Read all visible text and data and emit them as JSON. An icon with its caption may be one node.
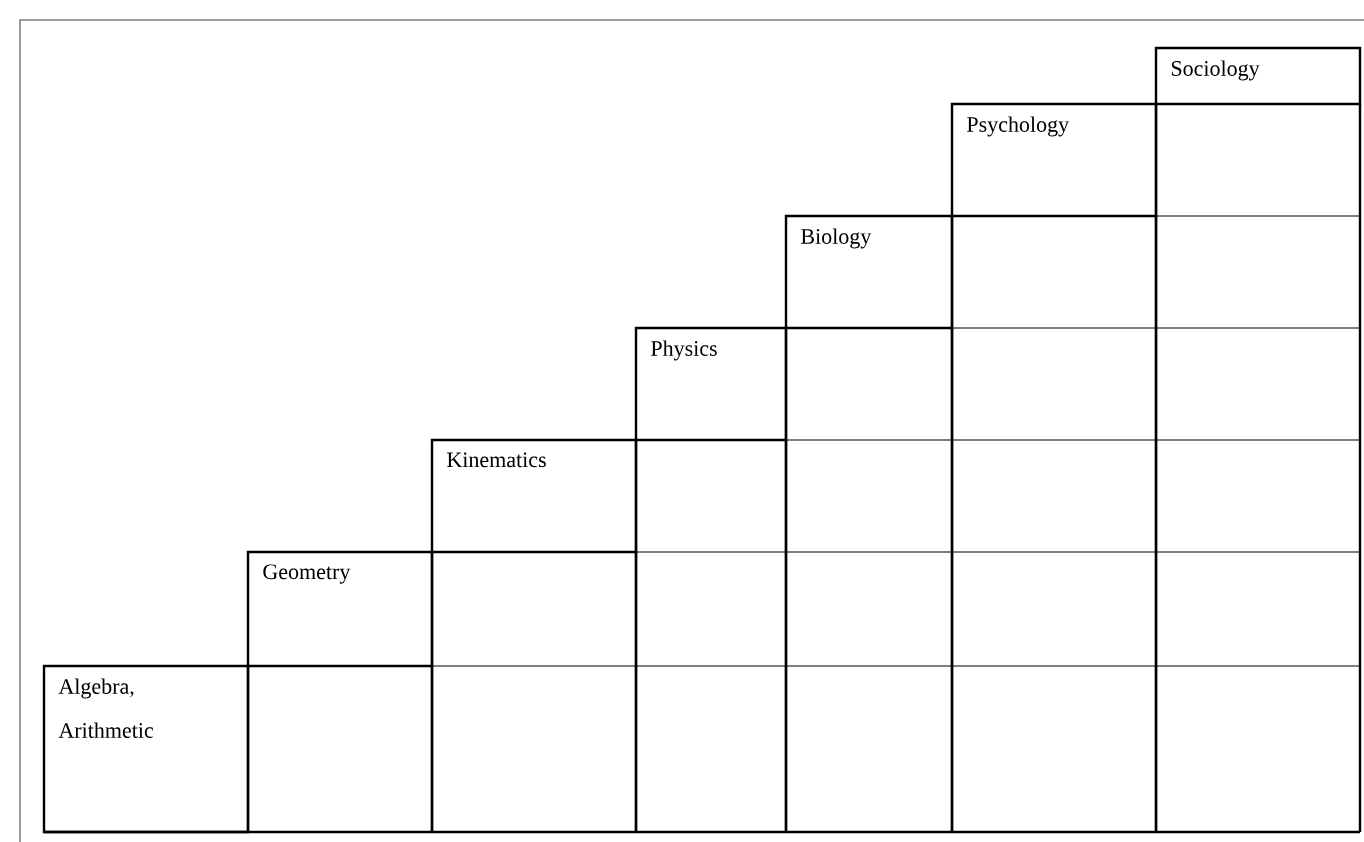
{
  "diagram": {
    "nodes": [
      {
        "text": [
          "Algebra, Arithmetic"
        ]
      },
      {
        "text": [
          "Geometry"
        ]
      },
      {
        "text": [
          "Kinematics"
        ]
      },
      {
        "text": [
          "Physics"
        ]
      },
      {
        "text": [
          "Biology"
        ]
      },
      {
        "text": [
          "Psychology"
        ]
      },
      {
        "text": [
          "Sociology"
        ]
      }
    ]
  }
}
